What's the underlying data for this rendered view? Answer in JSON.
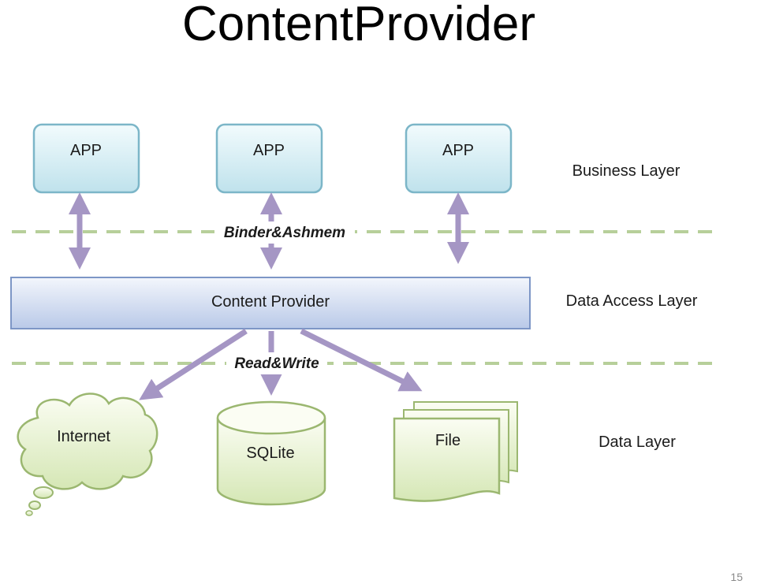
{
  "title": "ContentProvider",
  "page_number": "15",
  "apps": [
    "APP",
    "APP",
    "APP"
  ],
  "layers": {
    "business": "Business Layer",
    "data_access": "Data Access Layer",
    "data": "Data Layer"
  },
  "connectors": {
    "ipc": "Binder&Ashmem",
    "io": "Read&Write"
  },
  "provider": "Content Provider",
  "storage": {
    "internet": "Internet",
    "sqlite": "SQLite",
    "file": "File"
  },
  "colors": {
    "app_fill_top": "#f2fbfd",
    "app_fill_bottom": "#bfe2ec",
    "app_stroke": "#7cb6c8",
    "provider_fill_top": "#eef2fb",
    "provider_fill_bottom": "#b9c9e8",
    "provider_stroke": "#7d96c6",
    "storage_fill_top": "#fbfdf3",
    "storage_fill_bottom": "#d5e7b5",
    "storage_stroke": "#9bb770",
    "arrow": "#a596c4",
    "dashed_line": "#b7cf9a"
  }
}
